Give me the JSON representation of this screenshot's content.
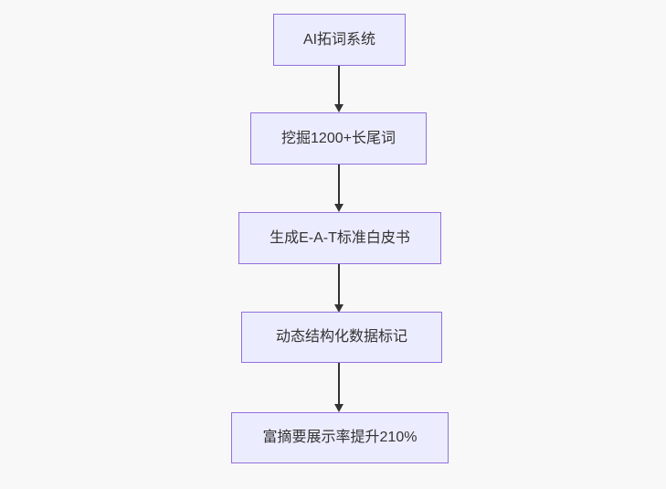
{
  "flowchart": {
    "type": "flowchart",
    "direction": "top-down",
    "nodes": [
      {
        "id": "node-1",
        "label": "AI拓词系统"
      },
      {
        "id": "node-2",
        "label": "挖掘1200+长尾词"
      },
      {
        "id": "node-3",
        "label": "生成E-A-T标准白皮书"
      },
      {
        "id": "node-4",
        "label": "动态结构化数据标记"
      },
      {
        "id": "node-5",
        "label": "富摘要展示率提升210%"
      }
    ],
    "edges": [
      {
        "from": "node-1",
        "to": "node-2",
        "arrow": "down"
      },
      {
        "from": "node-2",
        "to": "node-3",
        "arrow": "down"
      },
      {
        "from": "node-3",
        "to": "node-4",
        "arrow": "down"
      },
      {
        "from": "node-4",
        "to": "node-5",
        "arrow": "down"
      }
    ],
    "style": {
      "background": "#f8f8f8",
      "node_fill": "#ececff",
      "node_border": "#9370db",
      "text_color": "#333333",
      "arrow_color": "#333333"
    }
  }
}
